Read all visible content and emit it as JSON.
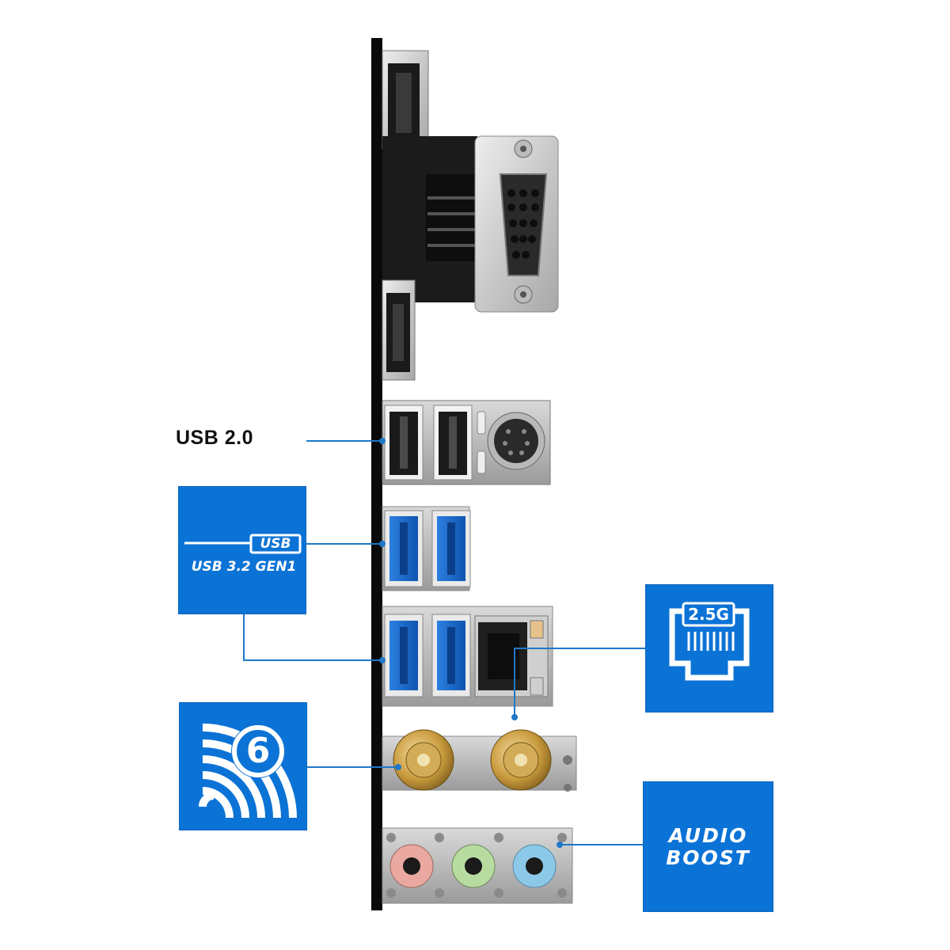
{
  "title": "Rear I/O panel",
  "labels": {
    "usb2": "USB 2.0",
    "usb3_logo": "USB",
    "usb3": "USB 3.2 GEN1",
    "lan": "2.5G",
    "wifi": "6",
    "audio_line1": "AUDIO",
    "audio_line2": "BOOST"
  },
  "colors": {
    "accent": "#0c73d6",
    "leader_line": "#1e78c8",
    "usb3_blue": "#1f6fd0",
    "audio_pink": "#e9a8a0",
    "audio_green": "#b8dca0",
    "audio_blue": "#8cc8e8",
    "antenna_gold": "#c8a040"
  },
  "icons": [
    "usb-logo-icon",
    "ethernet-port-icon",
    "wifi6-icon"
  ]
}
